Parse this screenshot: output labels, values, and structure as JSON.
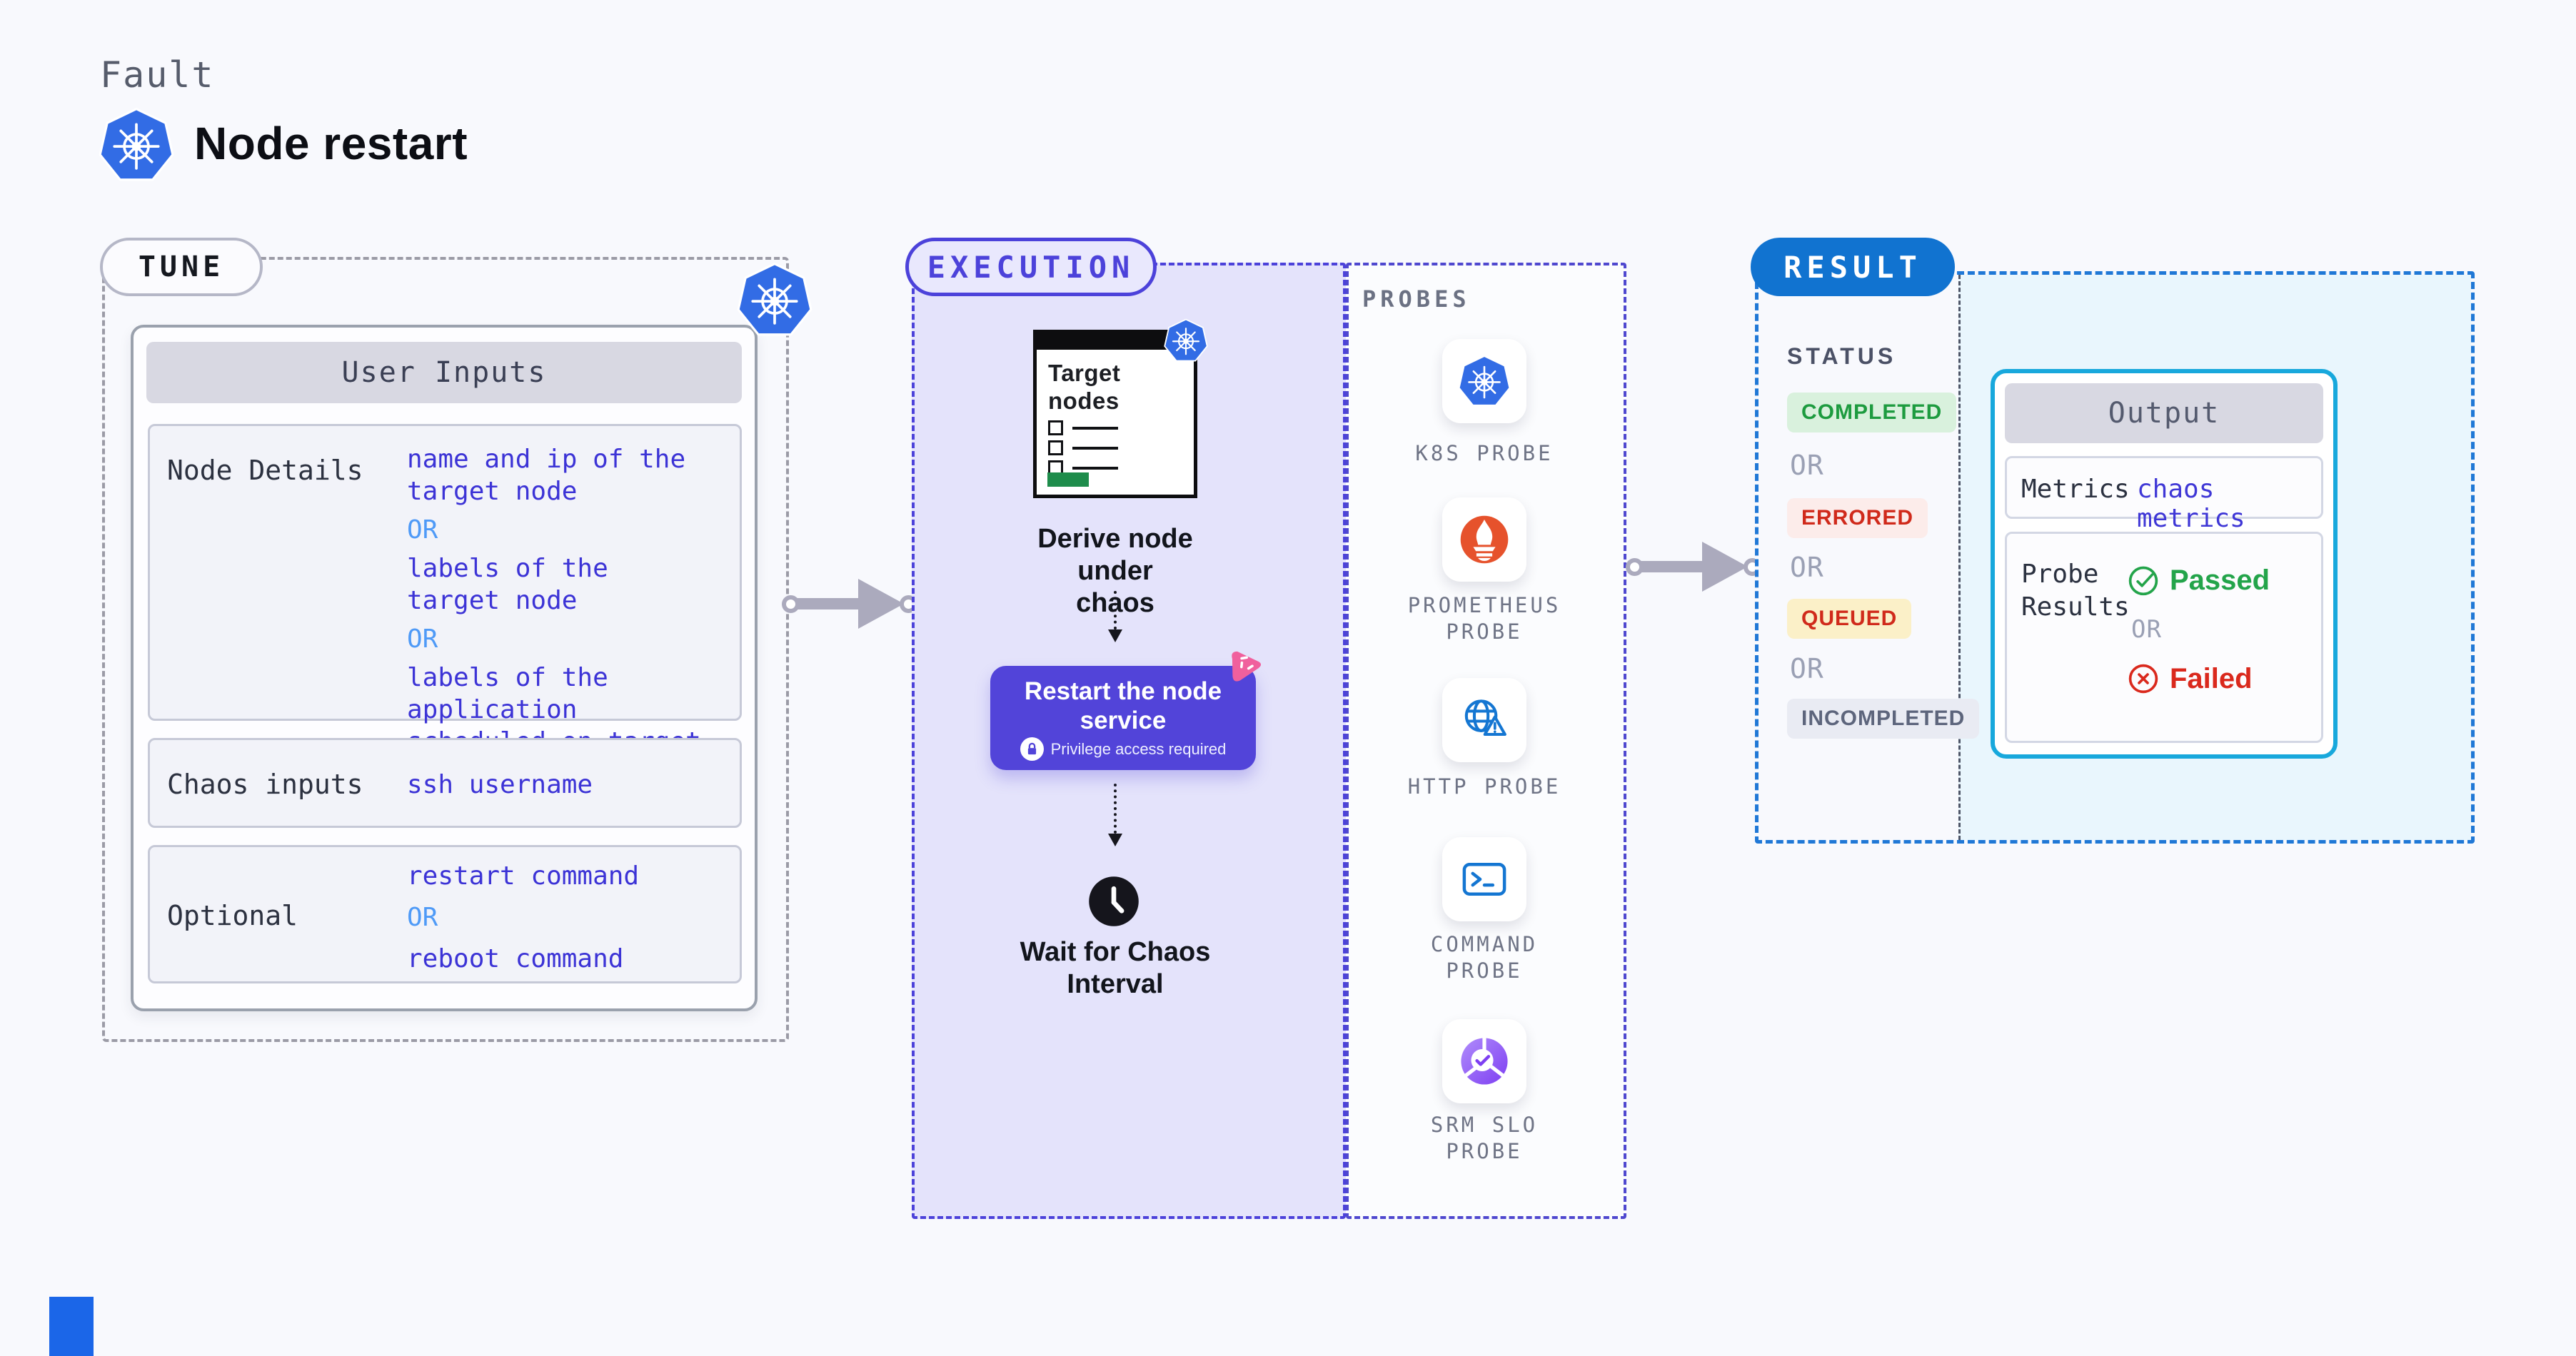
{
  "page": {
    "kicker": "Fault",
    "title": "Node restart"
  },
  "tune": {
    "pill": "TUNE",
    "header": "User Inputs",
    "or": "OR",
    "rows": [
      {
        "label": "Node Details",
        "values": [
          "name and ip of the\ntarget node",
          "labels of the\ntarget node",
          "labels of the application\nscheduled on target node"
        ]
      },
      {
        "label": "Chaos inputs",
        "values": [
          "ssh username"
        ]
      },
      {
        "label": "Optional",
        "values": [
          "restart command",
          "reboot command"
        ]
      }
    ]
  },
  "execution": {
    "pill": "EXECUTION",
    "target_card_title": "Target\nnodes",
    "derive_caption": "Derive node under\nchaos",
    "restart_title": "Restart the node\nservice",
    "restart_badge": "Privilege access required",
    "wait_caption": "Wait for Chaos\nInterval"
  },
  "probes": {
    "header": "PROBES",
    "items": [
      {
        "icon": "kubernetes-icon",
        "label": "K8S PROBE"
      },
      {
        "icon": "prometheus-icon",
        "label": "PROMETHEUS\nPROBE"
      },
      {
        "icon": "http-globe-warning-icon",
        "label": "HTTP PROBE"
      },
      {
        "icon": "terminal-icon",
        "label": "COMMAND\nPROBE"
      },
      {
        "icon": "srm-slo-pie-check-icon",
        "label": "SRM SLO\nPROBE"
      }
    ]
  },
  "result": {
    "pill": "RESULT",
    "status_header": "STATUS",
    "or": "OR",
    "statuses": [
      {
        "label": "COMPLETED",
        "style": "completed"
      },
      {
        "label": "ERRORED",
        "style": "errored"
      },
      {
        "label": "QUEUED",
        "style": "queued"
      },
      {
        "label": "INCOMPLETED",
        "style": "incompleted"
      }
    ],
    "output": {
      "header": "Output",
      "metrics_label": "Metrics",
      "metrics_value": "chaos metrics",
      "probe_results_label": "Probe\nResults",
      "passed": "Passed",
      "or": "OR",
      "failed": "Failed"
    }
  },
  "colors": {
    "k8s_blue": "#326ce5",
    "execution_purple": "#4c42da",
    "action_purple": "#5244d9",
    "chaos_pink": "#f0609d",
    "result_blue": "#1173d0",
    "output_cyan": "#18a8dc",
    "success_green": "#23a44a",
    "error_red": "#da291d",
    "queued_bg_yellow": "#fbf0c8",
    "value_blue": "#3c33d6",
    "or_light_blue": "#4f9af7",
    "target_button_green": "#1e8c4b"
  }
}
